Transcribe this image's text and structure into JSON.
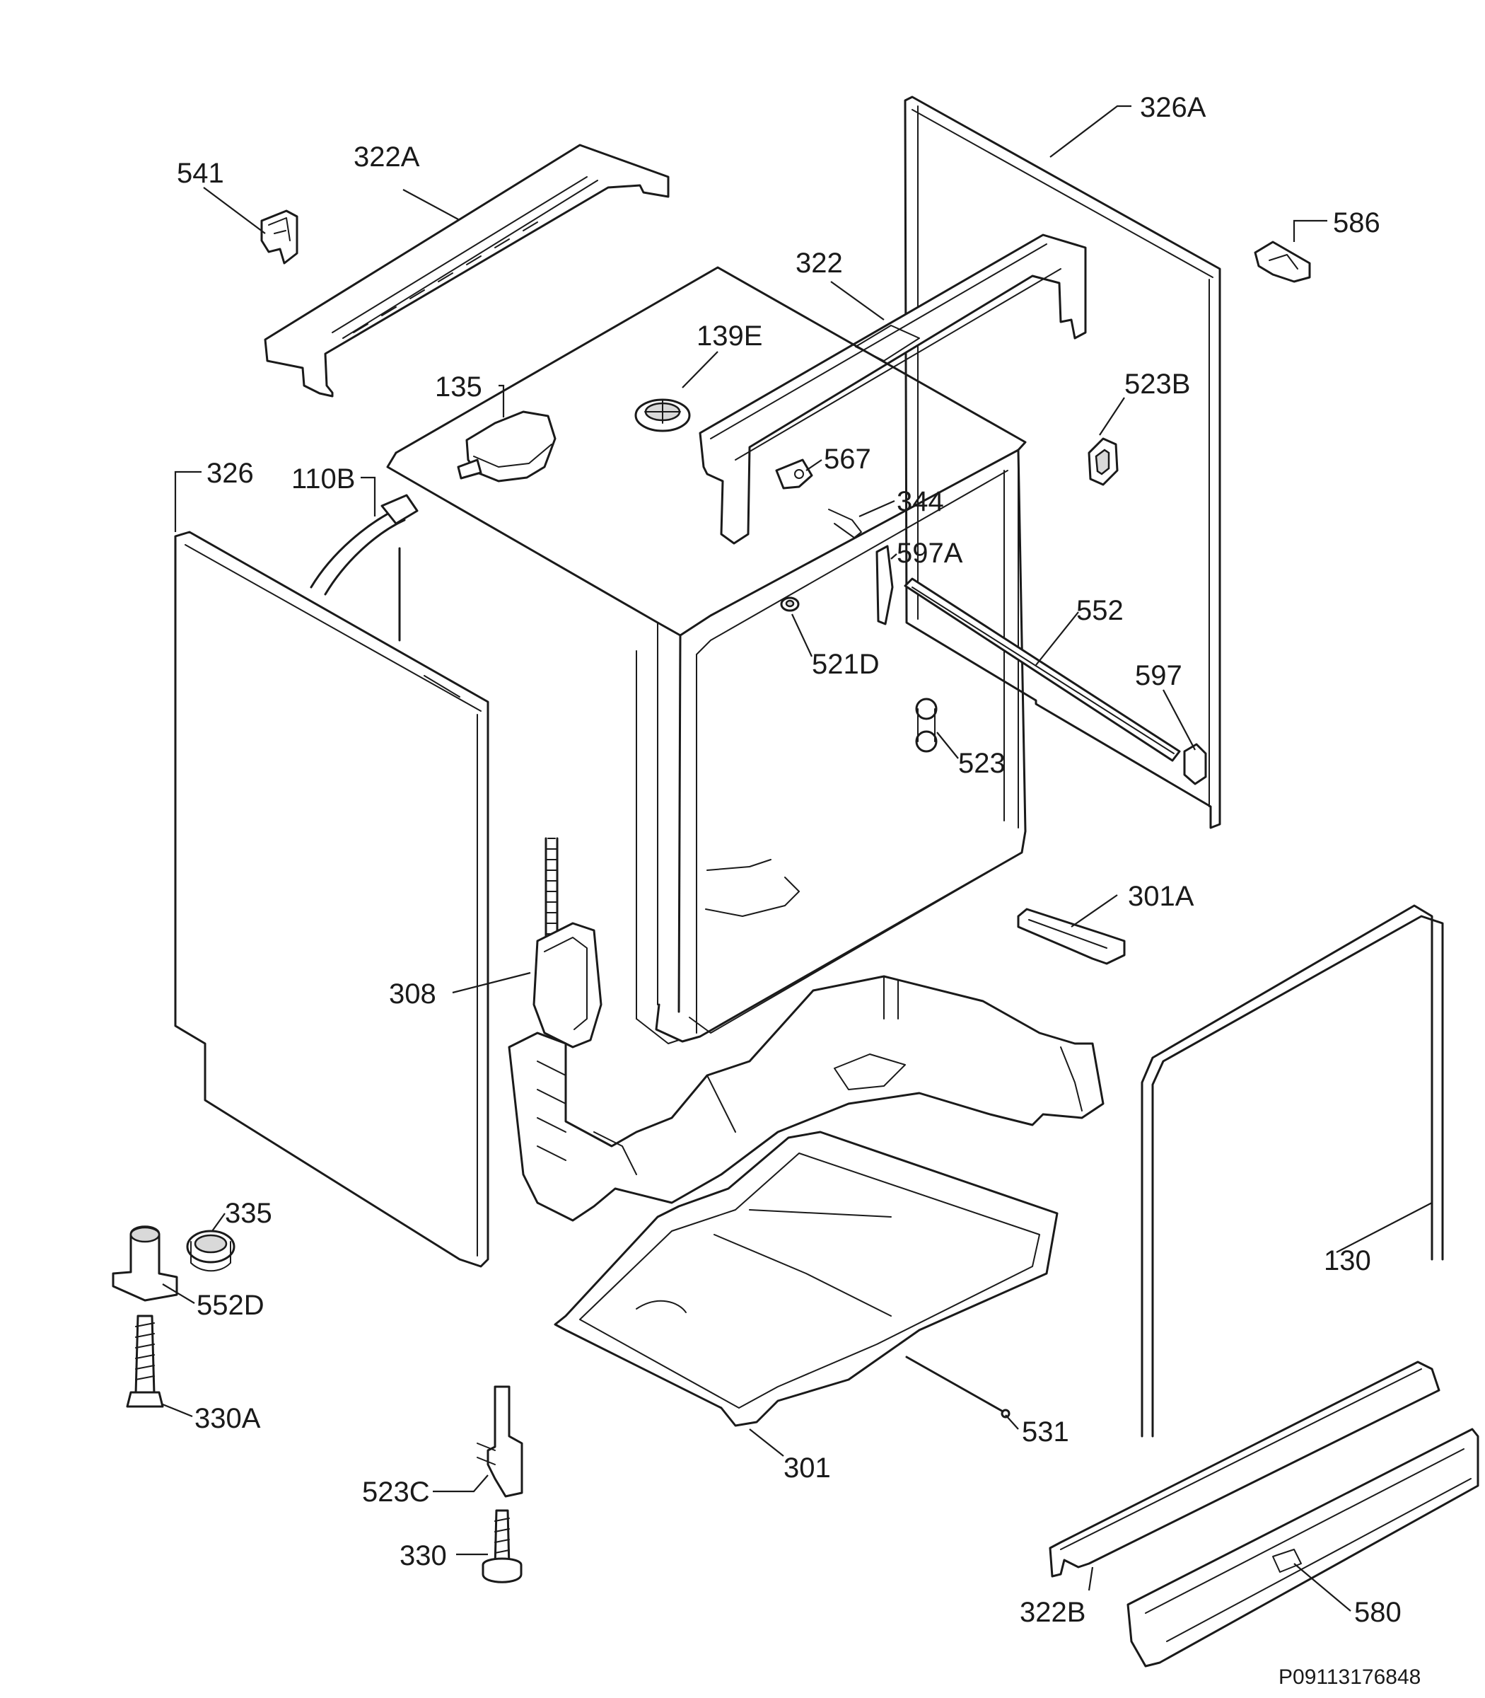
{
  "callouts": [
    {
      "id": "541",
      "label": "541"
    },
    {
      "id": "322A",
      "label": "322A"
    },
    {
      "id": "326A",
      "label": "326A"
    },
    {
      "id": "586",
      "label": "586"
    },
    {
      "id": "322",
      "label": "322"
    },
    {
      "id": "139E",
      "label": "139E"
    },
    {
      "id": "135",
      "label": "135"
    },
    {
      "id": "523B",
      "label": "523B"
    },
    {
      "id": "326",
      "label": "326"
    },
    {
      "id": "110B",
      "label": "110B"
    },
    {
      "id": "567",
      "label": "567"
    },
    {
      "id": "344",
      "label": "344"
    },
    {
      "id": "597A",
      "label": "597A"
    },
    {
      "id": "552",
      "label": "552"
    },
    {
      "id": "521D",
      "label": "521D"
    },
    {
      "id": "597",
      "label": "597"
    },
    {
      "id": "523",
      "label": "523"
    },
    {
      "id": "301A",
      "label": "301A"
    },
    {
      "id": "308",
      "label": "308"
    },
    {
      "id": "335",
      "label": "335"
    },
    {
      "id": "130",
      "label": "130"
    },
    {
      "id": "552D",
      "label": "552D"
    },
    {
      "id": "330A",
      "label": "330A"
    },
    {
      "id": "531",
      "label": "531"
    },
    {
      "id": "301",
      "label": "301"
    },
    {
      "id": "523C",
      "label": "523C"
    },
    {
      "id": "330",
      "label": "330"
    },
    {
      "id": "322B",
      "label": "322B"
    },
    {
      "id": "580",
      "label": "580"
    }
  ],
  "reference_code": "P09113176848"
}
